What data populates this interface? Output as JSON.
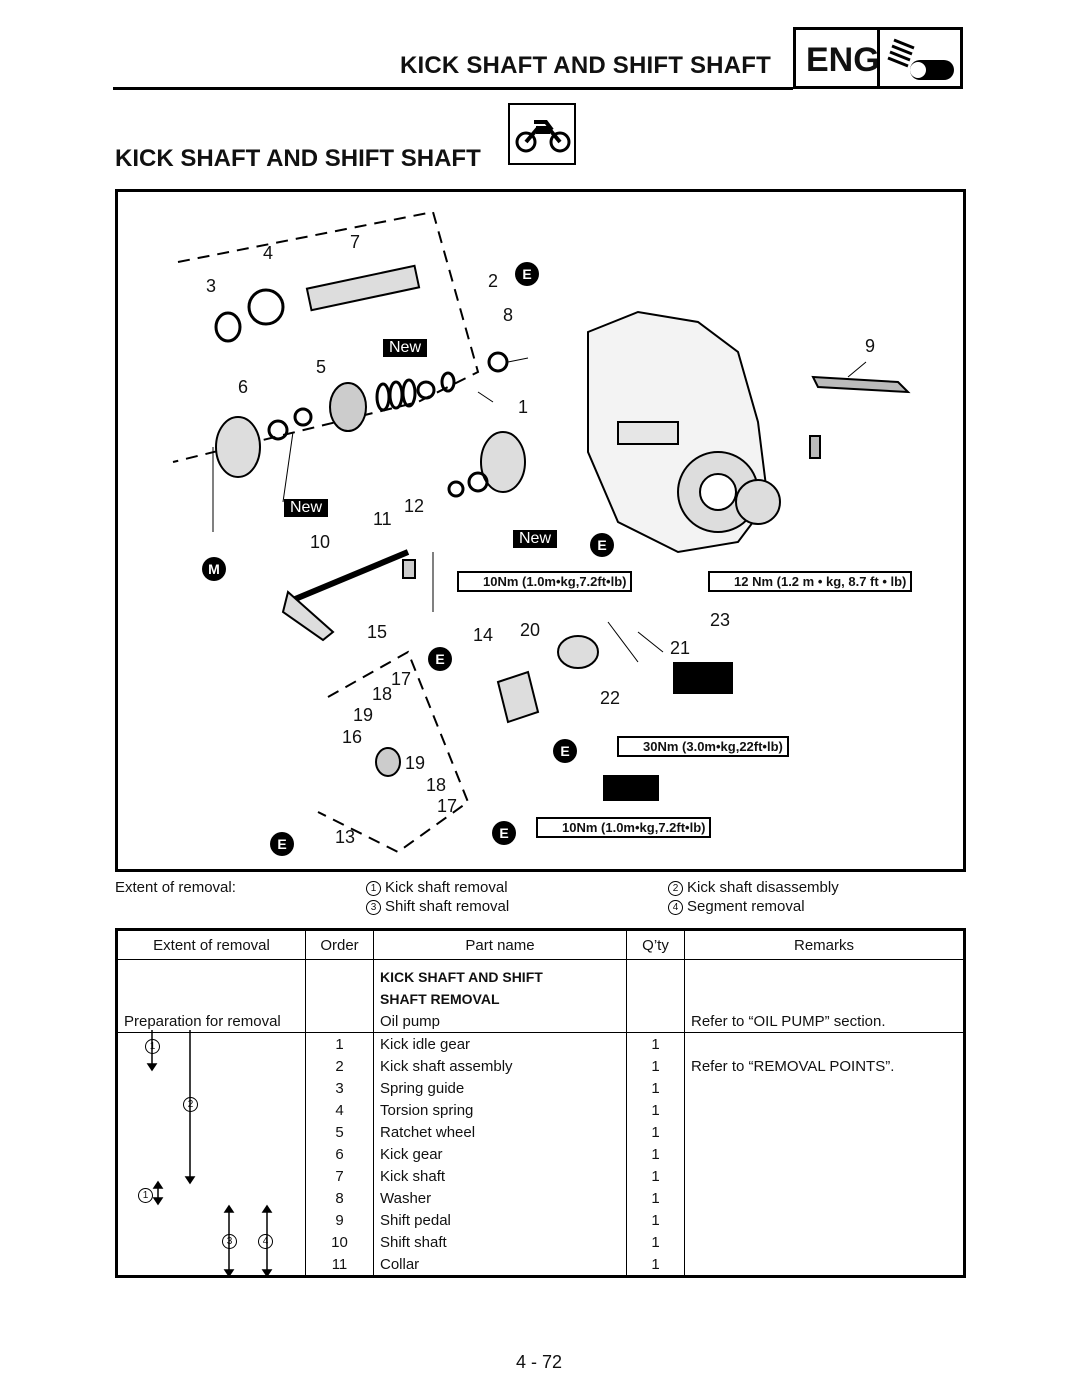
{
  "header": {
    "title": "KICK SHAFT AND SHIFT SHAFT",
    "badge": "ENG"
  },
  "section": {
    "title": "KICK SHAFT AND SHIFT SHAFT"
  },
  "diagram": {
    "callouts": [
      "1",
      "2",
      "3",
      "4",
      "5",
      "6",
      "7",
      "8",
      "9",
      "10",
      "11",
      "12",
      "13",
      "14",
      "15",
      "16",
      "17",
      "18",
      "19",
      "19",
      "18",
      "17",
      "20",
      "21",
      "22",
      "23"
    ],
    "new_labels": [
      "New",
      "New",
      "New"
    ],
    "lube_marks": [
      "E",
      "E",
      "E",
      "E",
      "E",
      "E",
      "M"
    ],
    "torques": [
      "10Nm (1.0m•kg,7.2ft•lb)",
      "12 Nm (1.2 m • kg, 8.7 ft • lb)",
      "30Nm (3.0m•kg,22ft•lb)",
      "10Nm (1.0m•kg,7.2ft•lb)"
    ]
  },
  "extent": {
    "label": "Extent of removal:",
    "items": [
      {
        "num": "1",
        "text": "Kick shaft removal"
      },
      {
        "num": "2",
        "text": "Kick shaft disassembly"
      },
      {
        "num": "3",
        "text": "Shift shaft removal"
      },
      {
        "num": "4",
        "text": "Segment removal"
      }
    ]
  },
  "table": {
    "headers": [
      "Extent of removal",
      "Order",
      "Part name",
      "Q’ty",
      "Remarks"
    ],
    "group_title_1": "KICK SHAFT AND SHIFT",
    "group_title_2": "SHAFT REMOVAL",
    "prep": {
      "extent": "Preparation for removal",
      "part": "Oil pump",
      "remarks": "Refer to “OIL PUMP” section."
    },
    "rows": [
      {
        "order": "1",
        "part": "Kick idle gear",
        "qty": "1",
        "remarks": ""
      },
      {
        "order": "2",
        "part": "Kick shaft assembly",
        "qty": "1",
        "remarks": "Refer to “REMOVAL POINTS”."
      },
      {
        "order": "3",
        "part": "Spring guide",
        "qty": "1",
        "remarks": ""
      },
      {
        "order": "4",
        "part": "Torsion spring",
        "qty": "1",
        "remarks": ""
      },
      {
        "order": "5",
        "part": "Ratchet wheel",
        "qty": "1",
        "remarks": ""
      },
      {
        "order": "6",
        "part": "Kick gear",
        "qty": "1",
        "remarks": ""
      },
      {
        "order": "7",
        "part": "Kick shaft",
        "qty": "1",
        "remarks": ""
      },
      {
        "order": "8",
        "part": "Washer",
        "qty": "1",
        "remarks": ""
      },
      {
        "order": "9",
        "part": "Shift pedal",
        "qty": "1",
        "remarks": ""
      },
      {
        "order": "10",
        "part": "Shift shaft",
        "qty": "1",
        "remarks": ""
      },
      {
        "order": "11",
        "part": "Collar",
        "qty": "1",
        "remarks": ""
      }
    ],
    "extent_marks": [
      "1",
      "2",
      "1",
      "3",
      "4"
    ]
  },
  "page": {
    "number": "4 - 72"
  }
}
